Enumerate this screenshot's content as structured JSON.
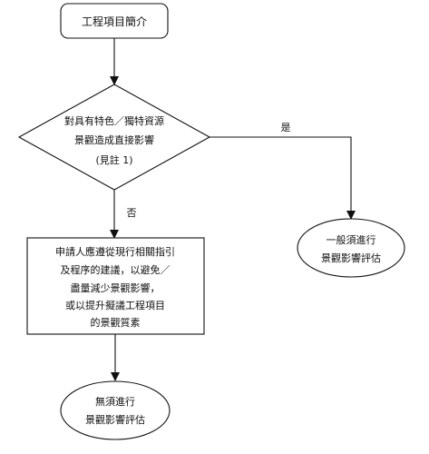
{
  "nodes": {
    "start": {
      "text": [
        "工程項目簡介"
      ]
    },
    "decision": {
      "text": [
        "對具有特色／獨特資源",
        "景觀造成直接影響",
        "(見註 1)"
      ]
    },
    "action": {
      "text": [
        "申請人應遵從現行相關指引",
        "及程序的建議，以避免／",
        "盡量減少景觀影響，",
        "或以提升擬議工程項目",
        "的景觀質素"
      ]
    },
    "end_no_assessment": {
      "text": [
        "無須進行",
        "景觀影響評估"
      ]
    },
    "end_general_assessment": {
      "text": [
        "一般須進行",
        "景觀影響評估"
      ]
    }
  },
  "edges": {
    "yes_label": "是",
    "no_label": "否"
  },
  "colors": {
    "line": "#111111",
    "fill": "#ffffff",
    "text": "#111111"
  }
}
